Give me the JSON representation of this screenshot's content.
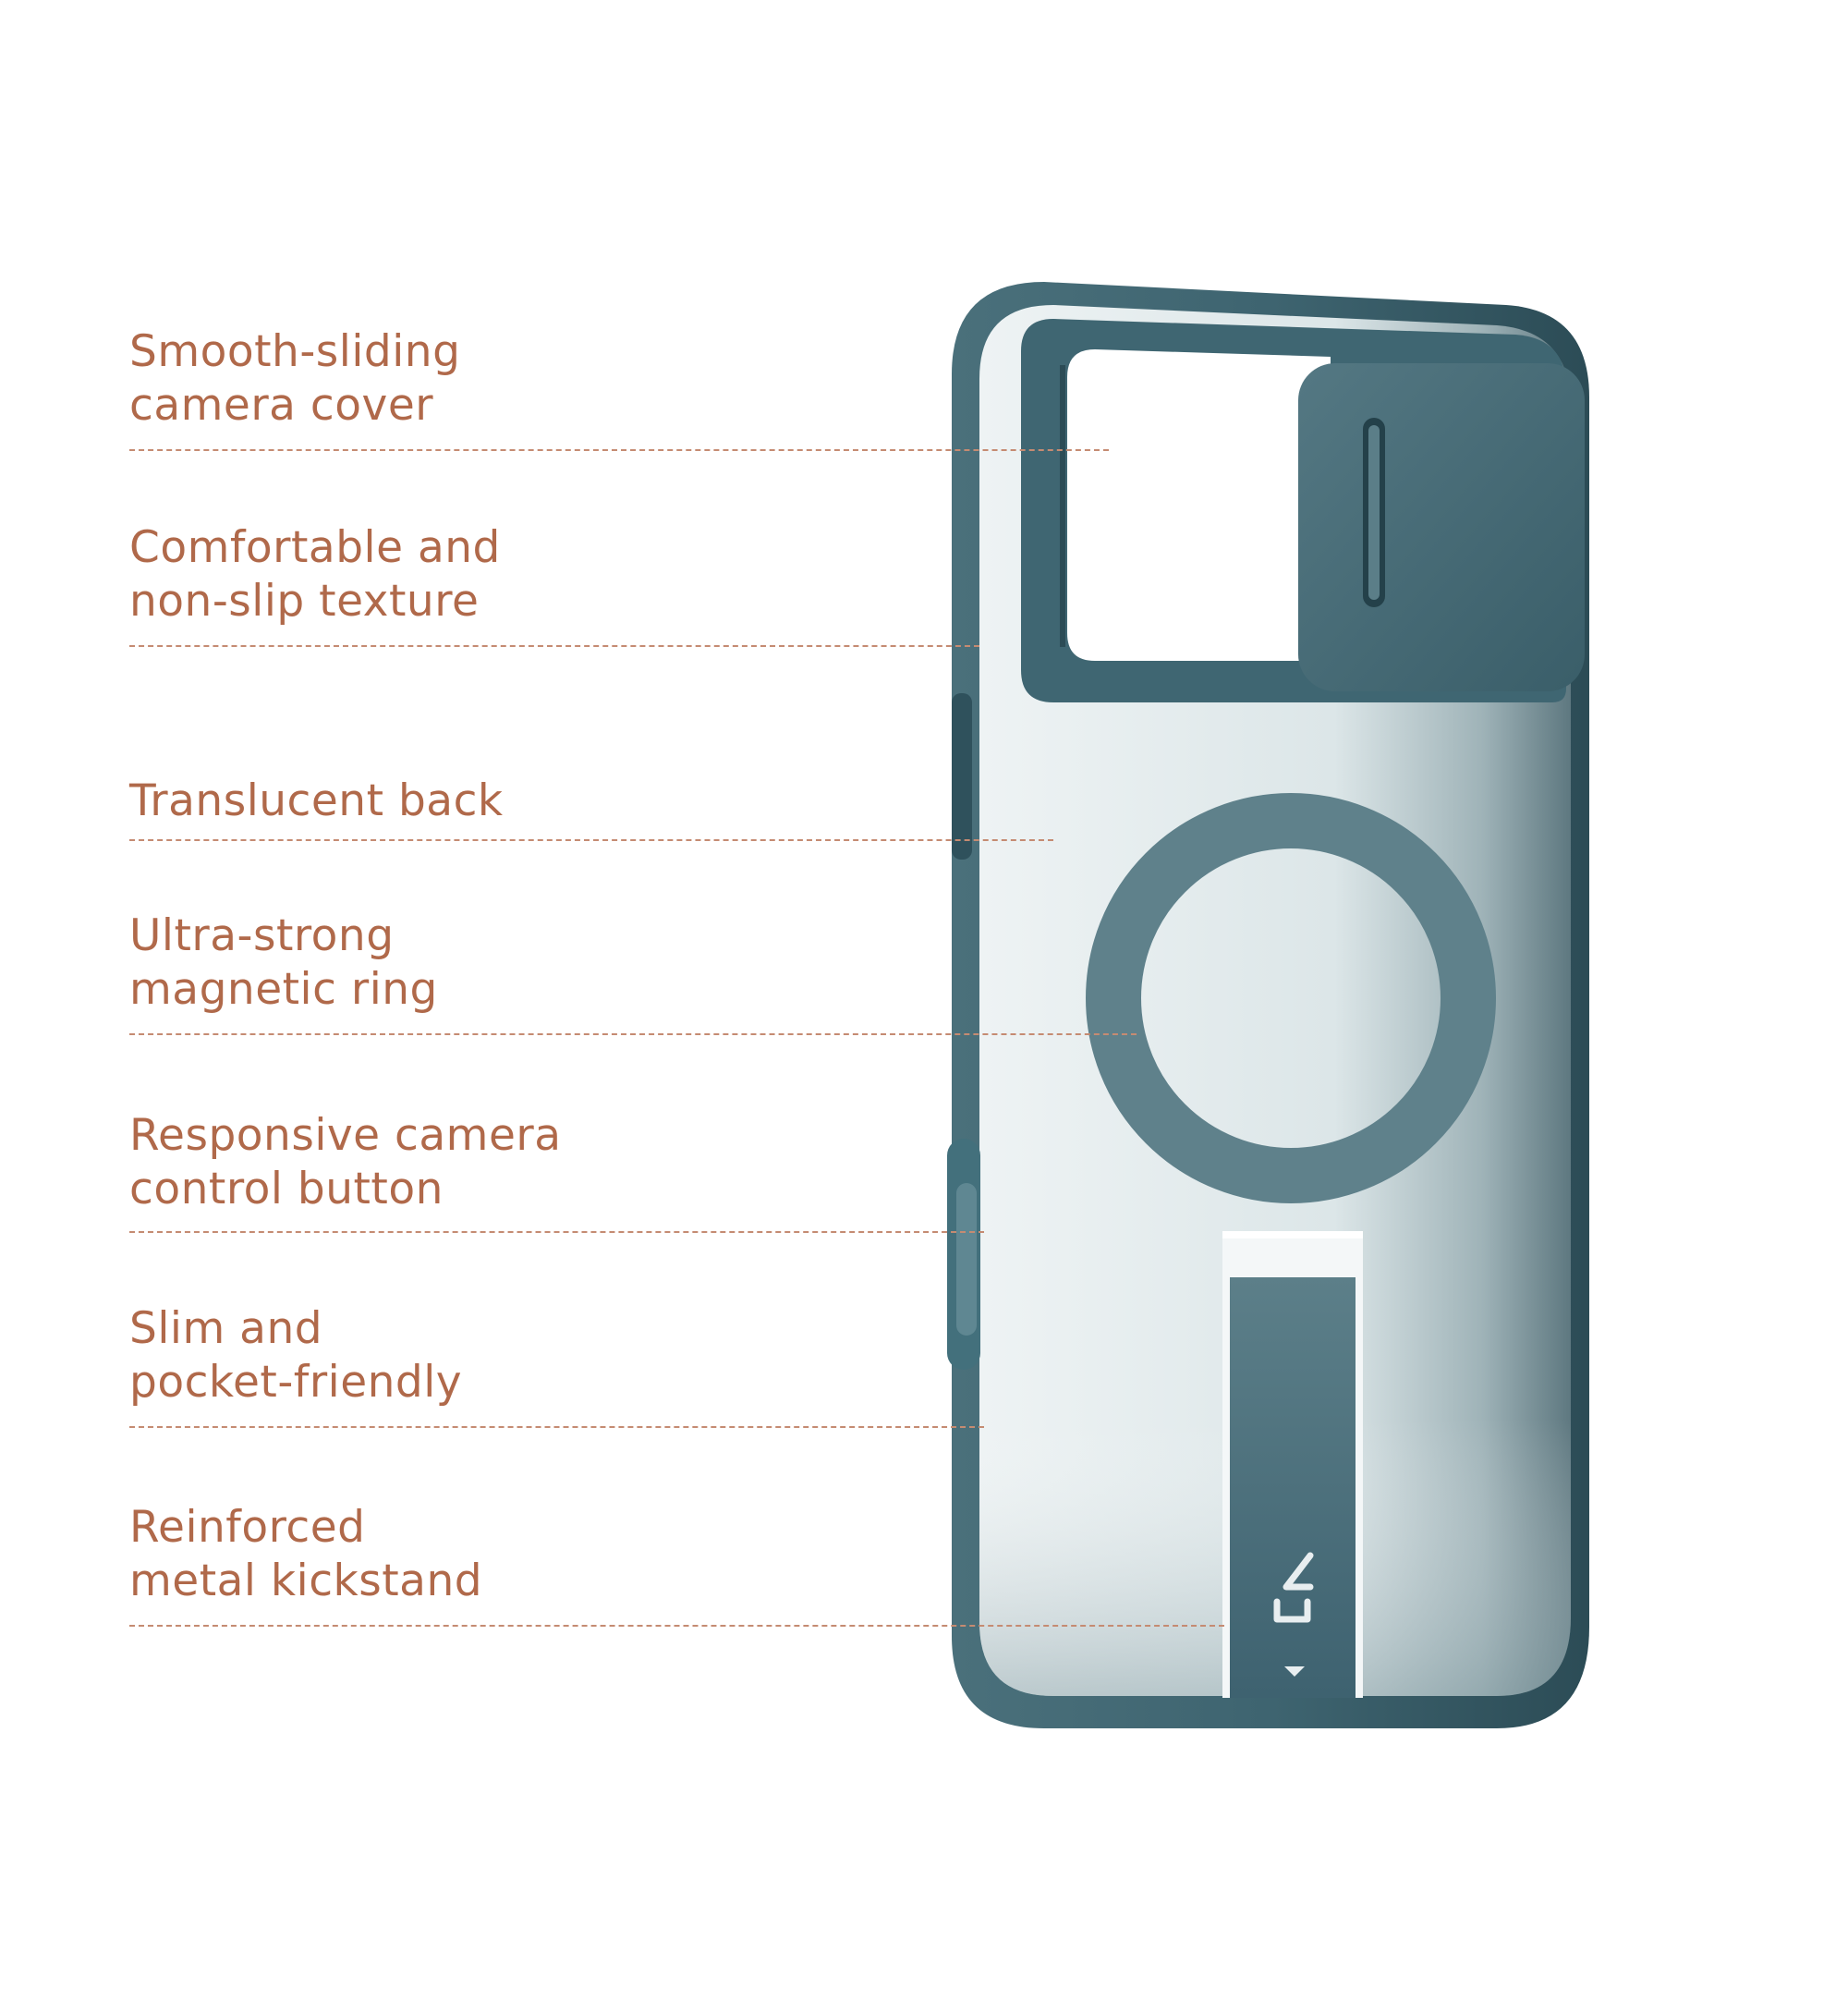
{
  "colors": {
    "label_text": "#b0694a",
    "leader_line": "#c58b72",
    "case_frame": "#3d6470",
    "case_frame_dark": "#2f515c",
    "back_panel": "#dfe8ea",
    "ring": "#5f818b",
    "kickstand": "#4f727c"
  },
  "features": [
    {
      "label": "Smooth-sliding\ncamera cover"
    },
    {
      "label": "Comfortable and\nnon-slip texture"
    },
    {
      "label": "Translucent back"
    },
    {
      "label": "Ultra-strong\nmagnetic ring"
    },
    {
      "label": "Responsive camera\ncontrol button"
    },
    {
      "label": "Slim and\npocket-friendly"
    },
    {
      "label": "Reinforced\nmetal kickstand"
    }
  ],
  "product": {
    "name": "phone-case-with-kickstand",
    "icons": [
      "camera-slider-icon",
      "magnetic-ring-icon",
      "kickstand-icon",
      "brand-logo-icon",
      "down-arrow-icon"
    ]
  }
}
